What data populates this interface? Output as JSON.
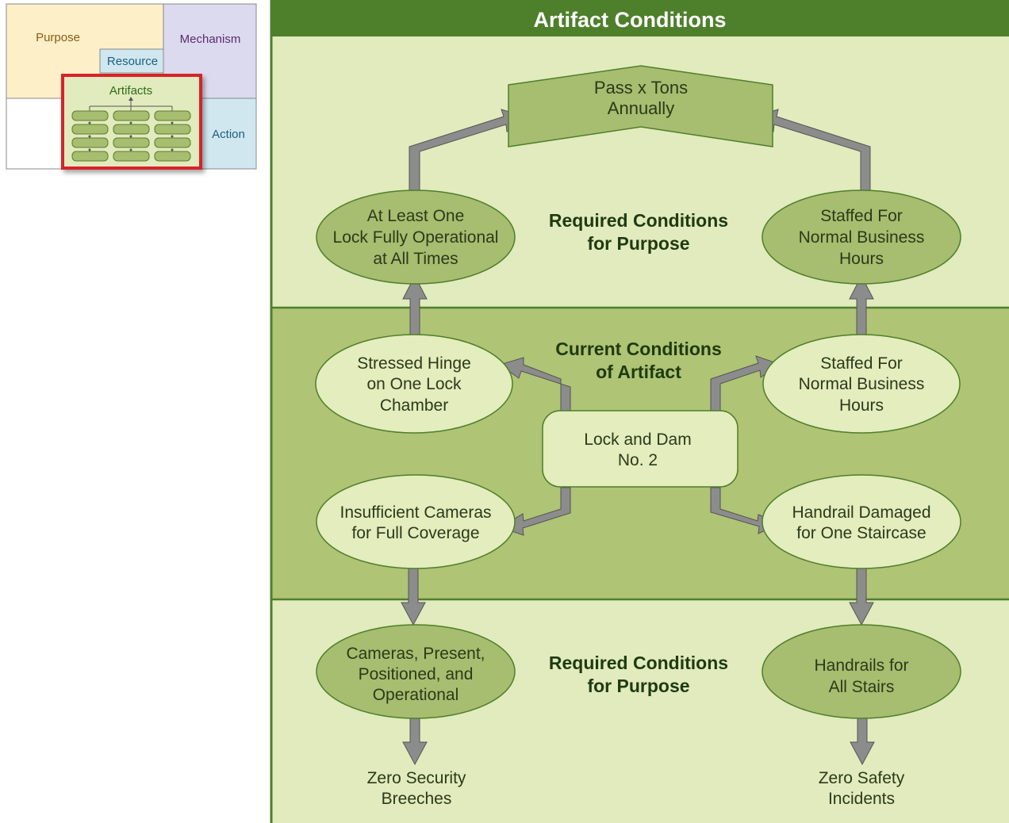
{
  "legend": {
    "purpose": "Purpose",
    "mechanism": "Mechanism",
    "resource": "Resource",
    "artifacts": "Artifacts",
    "action": "Action"
  },
  "title": "Artifact Conditions",
  "sections": {
    "top_label": [
      "Required Conditions",
      "for Purpose"
    ],
    "middle_label": [
      "Current Conditions",
      "of Artifact"
    ],
    "bottom_label": [
      "Required Conditions",
      "for Purpose"
    ]
  },
  "nodes": {
    "goal": [
      "Pass x Tons",
      "Annually"
    ],
    "req_lock": [
      "At Least One",
      "Lock Fully Operational",
      "at All Times"
    ],
    "req_staffed": [
      "Staffed For",
      "Normal Business",
      "Hours"
    ],
    "cur_hinge": [
      "Stressed Hinge",
      "on One Lock",
      "Chamber"
    ],
    "cur_staffed": [
      "Staffed For",
      "Normal Business",
      "Hours"
    ],
    "center": [
      "Lock and Dam",
      "No. 2"
    ],
    "cur_cameras": [
      "Insufficient Cameras",
      "for Full Coverage"
    ],
    "cur_handrail": [
      "Handrail Damaged",
      "for One Staircase"
    ],
    "req_cameras": [
      "Cameras, Present,",
      "Positioned, and",
      "Operational"
    ],
    "req_handrails": [
      "Handrails for",
      "All Stairs"
    ],
    "out_security": [
      "Zero Security",
      "Breeches"
    ],
    "out_safety": [
      "Zero Safety",
      "Incidents"
    ]
  },
  "colors": {
    "title_bar": "#4e7f2b",
    "light_band": "#e1ebbd",
    "mid_band": "#afc474",
    "ellipse_dark": "#a7bd6f",
    "ellipse_light": "#e3edbd",
    "arrow": "#8c8c8c",
    "purpose": "#fdefc8",
    "mechanism": "#dcdaee",
    "resource": "#d0e7ef",
    "artifacts_border": "#d8202a"
  }
}
